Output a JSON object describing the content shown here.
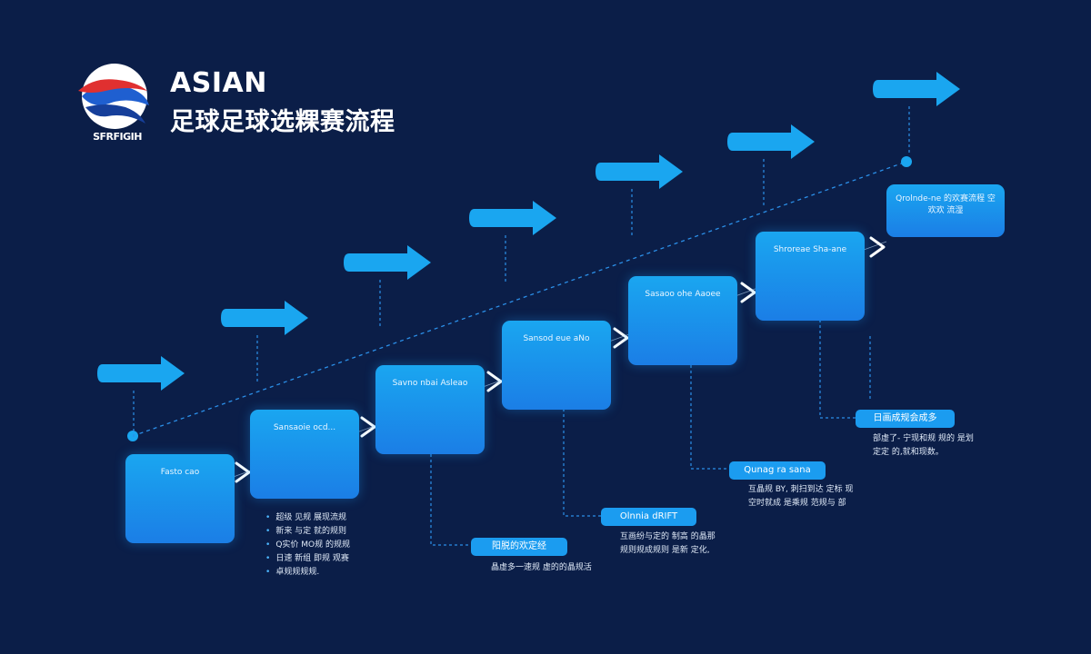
{
  "header": {
    "title": "ASIAN",
    "subtitle": "足球足球选粿赛流程",
    "logo_text": "SFRFIGIH"
  },
  "colors": {
    "background": "#0b1e48",
    "accent": "#1aa6f0",
    "accent_dark": "#1b7ee6",
    "line": "#2b8fe8"
  },
  "steps": [
    {
      "label": "Fasto cao"
    },
    {
      "label": "Sansaoie ocd..."
    },
    {
      "label": "Savno nbai Asleao"
    },
    {
      "label": "Sansod eue aNo"
    },
    {
      "label": "Sasaoo ohe Aaoee"
    },
    {
      "label": "Shroreae Sha-ane"
    }
  ],
  "top_step": {
    "label": "Qrolnde-ne 的欢赛流程 空 欢欢 流湿"
  },
  "pills": [
    {
      "label": "阳脱的欢定经"
    },
    {
      "label": "Olnnia dRIFT"
    },
    {
      "label": "Qunag ra sana"
    },
    {
      "label": "日画成规会成多"
    }
  ],
  "descriptions": [
    {
      "lines": [
        "晶虛多一速规 虛的的晶规活"
      ]
    },
    {
      "lines": [
        "互画纷与定的 制高 的晶那",
        "规则规成规则 是新 定化,"
      ]
    },
    {
      "lines": [
        "互晶规 BY, 刺扫到达 定标 现",
        "空时就成 是乘规 范规与 部"
      ]
    },
    {
      "lines": [
        "部虛了- 宁现和规 规的 是划",
        "定定 的,就和现数。"
      ]
    }
  ],
  "bullets": [
    "超级 见规 展现流规",
    "新来 与定 就的规则",
    "Q实价 MO规 的规规",
    "日速 新组 即规 观赛",
    "卓规规规规."
  ]
}
